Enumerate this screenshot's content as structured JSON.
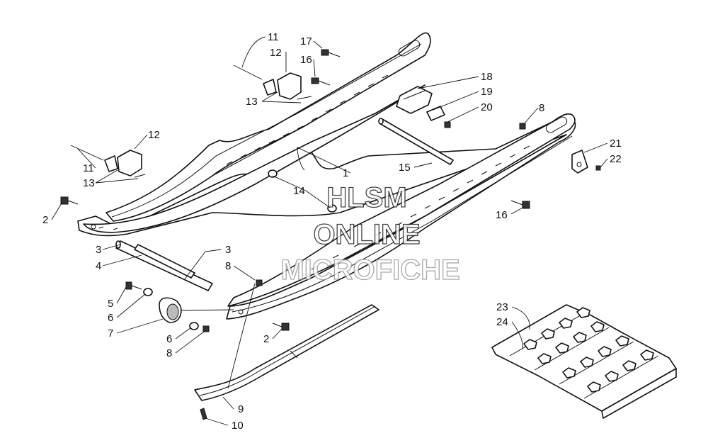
{
  "watermark": {
    "line1": "HLSM",
    "line2": "ONLINE",
    "line3": "MICROFICHE"
  },
  "callouts": [
    {
      "text": "11"
    },
    {
      "text": "12"
    },
    {
      "text": "17"
    },
    {
      "text": "16"
    },
    {
      "text": "13"
    },
    {
      "text": "18"
    },
    {
      "text": "19"
    },
    {
      "text": "20"
    },
    {
      "text": "8"
    },
    {
      "text": "12"
    },
    {
      "text": "21"
    },
    {
      "text": "22"
    },
    {
      "text": "11"
    },
    {
      "text": "13"
    },
    {
      "text": "15"
    },
    {
      "text": "1"
    },
    {
      "text": "14"
    },
    {
      "text": "16"
    },
    {
      "text": "2"
    },
    {
      "text": "3"
    },
    {
      "text": "4"
    },
    {
      "text": "3"
    },
    {
      "text": "8"
    },
    {
      "text": "5"
    },
    {
      "text": "6"
    },
    {
      "text": "7"
    },
    {
      "text": "6"
    },
    {
      "text": "8"
    },
    {
      "text": "2"
    },
    {
      "text": "23"
    },
    {
      "text": "24"
    },
    {
      "text": "9"
    },
    {
      "text": "10"
    }
  ]
}
